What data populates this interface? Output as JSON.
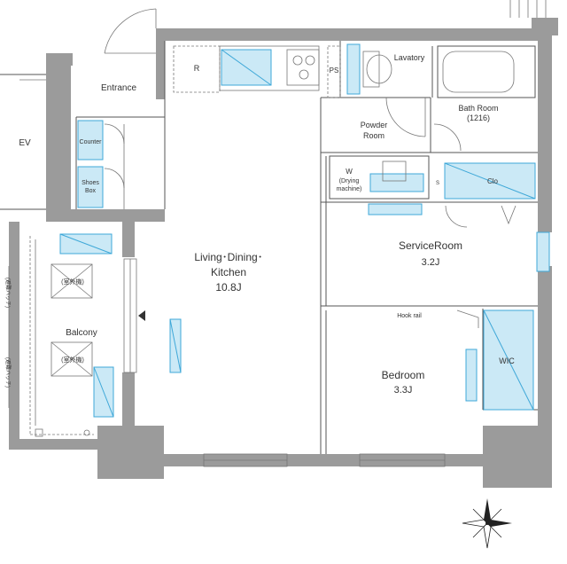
{
  "rooms": {
    "entrance": "Entrance",
    "ev": "EV",
    "counter": "Counter",
    "shoes_box_line1": "Shoes",
    "shoes_box_line2": "Box",
    "refrigerator": "R",
    "pipe_space": "PS",
    "lavatory": "Lavatory",
    "bath_room_line1": "Bath Room",
    "bath_room_line2": "(1216)",
    "powder_room_line1": "Powder",
    "powder_room_line2": "Room",
    "washer_line1": "W",
    "washer_line2": "(Drying",
    "washer_line3": "machine)",
    "small_s": "S",
    "clo": "Clo",
    "ldk_line1": "Living･Dining･",
    "ldk_line2": "Kitchen",
    "ldk_size": "10.8J",
    "service_room": "ServiceRoom",
    "service_room_size": "3.2J",
    "hook_rail": "Hook rail",
    "bedroom": "Bedroom",
    "bedroom_size": "3.3J",
    "wic": "WIC",
    "balcony": "Balcony",
    "outdoor_unit_1": "(室外機)",
    "outdoor_unit_2": "(室外機)",
    "vent_1": "(避難ハッチ)",
    "vent_2": "(避難ハッチ)"
  },
  "colors": {
    "wall": "#9b9b9b",
    "fixture_fill": "#cbe9f6",
    "fixture_stroke": "#3fa8d8"
  },
  "icons": {
    "compass": "compass-icon",
    "stove": "stove-icon",
    "bathtub": "bathtub-icon",
    "toilet": "toilet-icon",
    "entry_marker": "entry-triangle-icon"
  }
}
